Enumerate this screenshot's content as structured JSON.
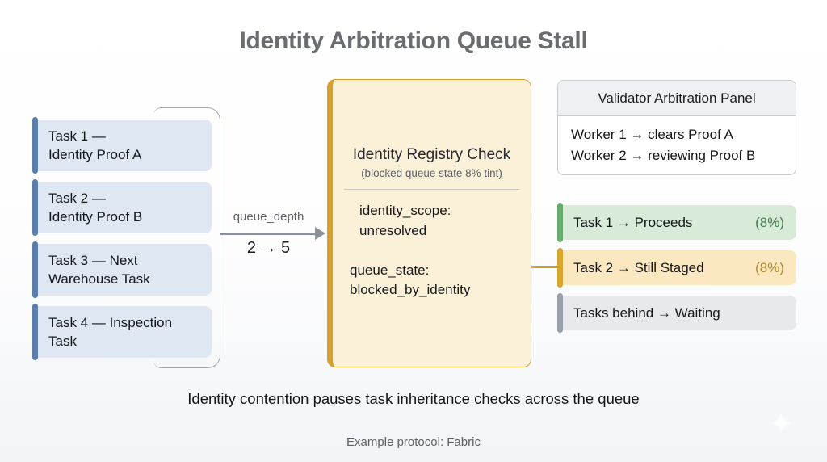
{
  "page": {
    "title": "Identity Arbitration Queue Stall",
    "caption": "Identity contention pauses task inheritance checks across the queue",
    "footer": "Example protocol: Fabric",
    "sparkle_glyph": "✦"
  },
  "queue": {
    "tasks": [
      {
        "line1": "Task 1 —",
        "line2": "Identity Proof A"
      },
      {
        "line1": "Task 2 —",
        "line2": "Identity Proof B"
      },
      {
        "line1": "Task 3 — Next",
        "line2": "Warehouse Task"
      },
      {
        "line1": "Task 4 — Inspection",
        "line2": "Task"
      }
    ]
  },
  "arrow": {
    "label": "queue_depth",
    "value": "2 → 5"
  },
  "registry": {
    "title": "Identity Registry Check",
    "subtitle": "(blocked queue state 8% tint)",
    "fields": [
      {
        "key": "identity_scope:",
        "value": "unresolved"
      },
      {
        "key": "queue_state:",
        "value": "blocked_by_identity"
      }
    ]
  },
  "validator_panel": {
    "title": "Validator Arbitration Panel",
    "rows": [
      "Worker 1 → clears Proof A",
      "Worker 2 → reviewing Proof B"
    ]
  },
  "outcomes": [
    {
      "label": "Task 1 → Proceeds",
      "pct": "(8%)",
      "variant": "green"
    },
    {
      "label": "Task 2 → Still Staged",
      "pct": "(8%)",
      "variant": "amber"
    },
    {
      "label": "Tasks behind → Waiting",
      "pct": "",
      "variant": "gray"
    }
  ],
  "colors": {
    "task_accent_blue": "#5b7dac",
    "task_bg_blue": "#dfe7f2",
    "registry_border_amber": "#d4a22c",
    "registry_bg_cream": "#fbf1d9",
    "outcome_green_bg": "#d7ebd8",
    "outcome_green_accent": "#68a96e",
    "outcome_green_pct": "#3f7d4a",
    "outcome_amber_bg": "#fbe7c0",
    "outcome_amber_accent": "#d8a52e",
    "outcome_amber_pct": "#ad8529",
    "outcome_gray_bg": "#e7e9ed",
    "outcome_gray_accent": "#989fa8",
    "arrow_gray": "#8a9199",
    "title_gray": "#696c71"
  }
}
